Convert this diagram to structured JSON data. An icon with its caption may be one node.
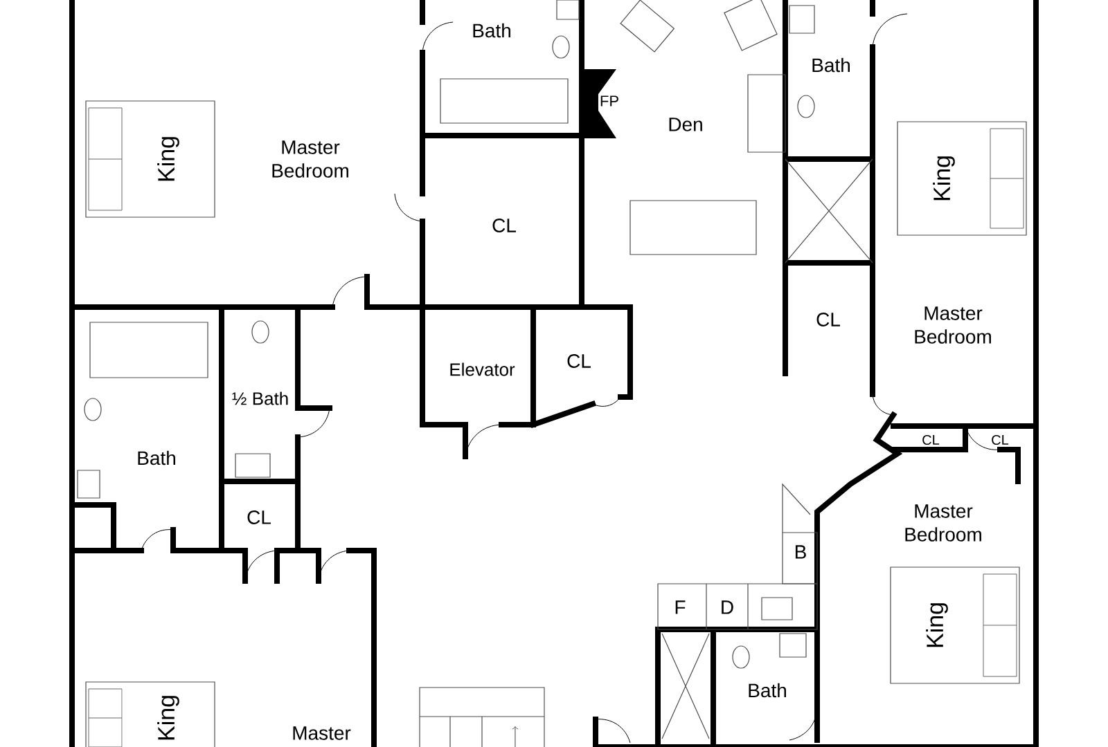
{
  "diagram": {
    "nodes": [
      {
        "text": [
          "King"
        ]
      },
      {
        "text": [
          "King"
        ]
      },
      {
        "text": [
          "King"
        ]
      },
      {
        "text": [
          "King"
        ]
      }
    ],
    "labels": [
      "Bath",
      "Bath",
      "FP",
      "Den",
      "Master Bedroom",
      "CL",
      "Master Bedroom",
      "CL",
      "Elevator",
      "CL",
      "½ Bath",
      "Bath",
      "CL",
      "CL",
      "CL",
      "Master Bedroom",
      "B",
      "F",
      "D",
      "Bath",
      "Master"
    ]
  }
}
